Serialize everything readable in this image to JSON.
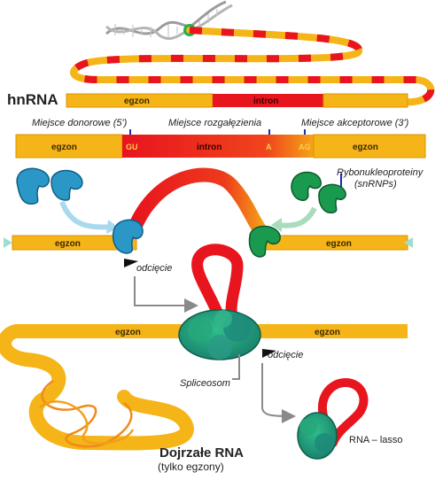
{
  "labels": {
    "hnrna": "hnRNA",
    "egzon": "egzon",
    "intron": "intron",
    "donor_site": "Miejsce donorowe (5')",
    "branch_site": "Miejsce rozgałęzienia",
    "acceptor_site": "Miejsce akceptorowe (3')",
    "gu": "GU",
    "a": "A",
    "ag": "AG",
    "snrnp_line1": "Rybonukleoproteiny",
    "snrnp_line2": "(snRNPs)",
    "cleavage": "odcięcie",
    "spliceosome": "Spliceosom",
    "mature_rna": "Dojrzałe RNA",
    "mature_rna_sub": "(tylko egzony)",
    "lariat": "RNA – lasso"
  },
  "colors": {
    "exon": "#f5b417",
    "exon_edge": "#d99400",
    "intron": "#e8141e",
    "dna": "#9b9b9b",
    "polymerase": "#1fb34a",
    "snrnp_blue": "#2a97c6",
    "snrnp_green": "#1a9a4e",
    "marker": "#1a2bb3"
  }
}
